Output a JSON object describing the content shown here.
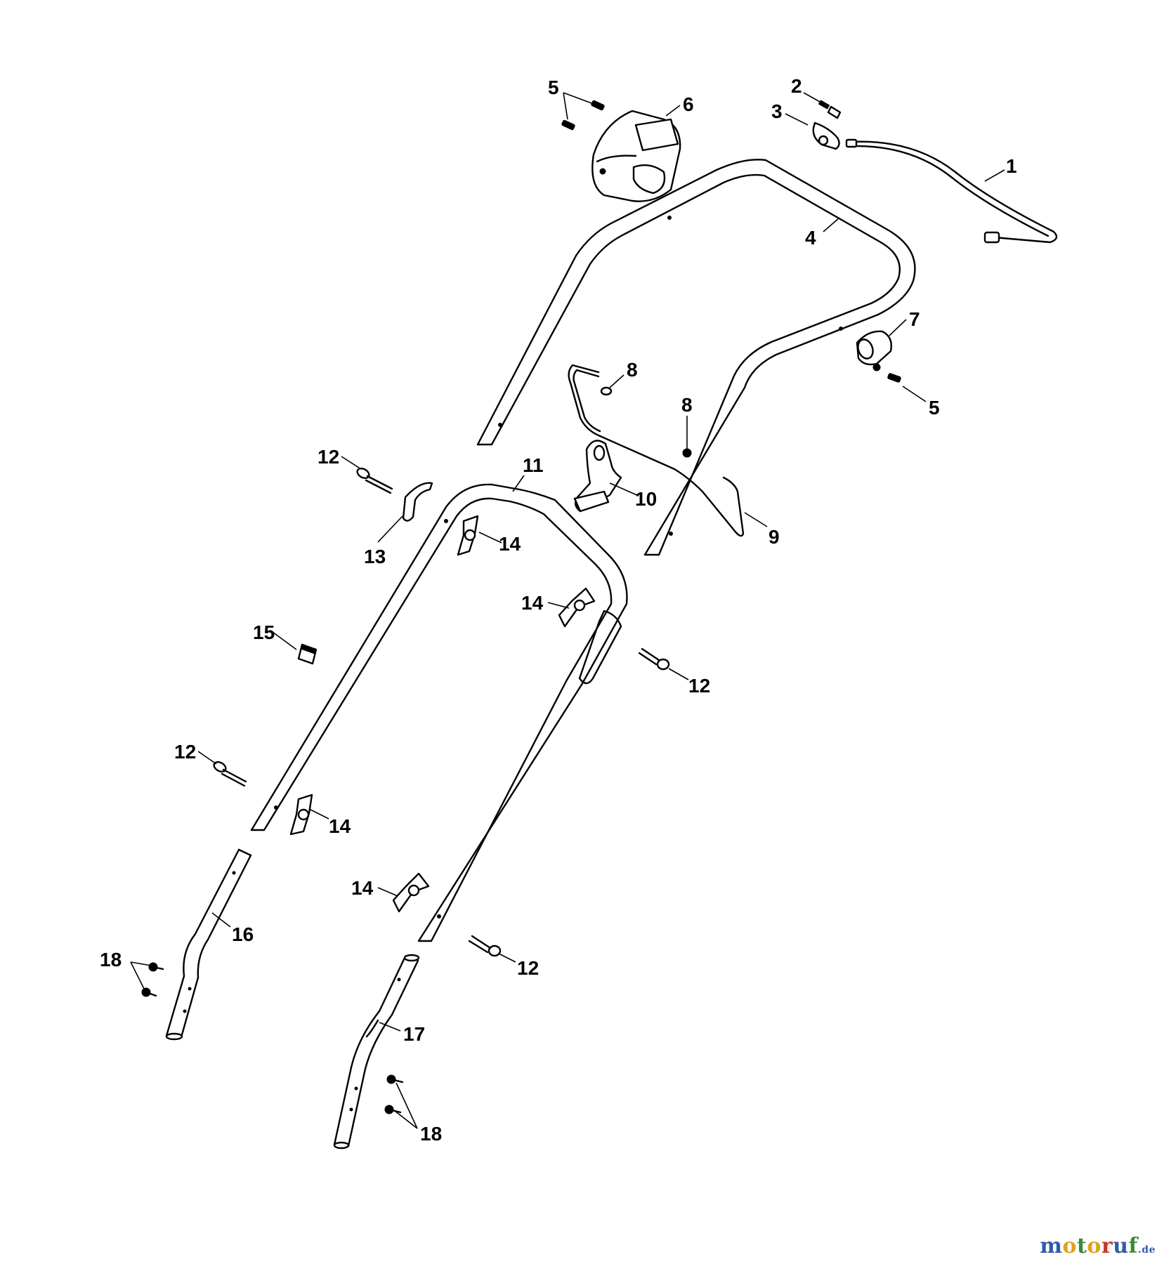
{
  "callouts": [
    {
      "id": "c1",
      "text": "1"
    },
    {
      "id": "c2",
      "text": "2"
    },
    {
      "id": "c3",
      "text": "3"
    },
    {
      "id": "c4",
      "text": "4"
    },
    {
      "id": "c5a",
      "text": "5"
    },
    {
      "id": "c5b",
      "text": "5"
    },
    {
      "id": "c6",
      "text": "6"
    },
    {
      "id": "c7",
      "text": "7"
    },
    {
      "id": "c8a",
      "text": "8"
    },
    {
      "id": "c8b",
      "text": "8"
    },
    {
      "id": "c9",
      "text": "9"
    },
    {
      "id": "c10",
      "text": "10"
    },
    {
      "id": "c11",
      "text": "11"
    },
    {
      "id": "c12a",
      "text": "12"
    },
    {
      "id": "c12b",
      "text": "12"
    },
    {
      "id": "c12c",
      "text": "12"
    },
    {
      "id": "c12d",
      "text": "12"
    },
    {
      "id": "c13",
      "text": "13"
    },
    {
      "id": "c14a",
      "text": "14"
    },
    {
      "id": "c14b",
      "text": "14"
    },
    {
      "id": "c14c",
      "text": "14"
    },
    {
      "id": "c14d",
      "text": "14"
    },
    {
      "id": "c15",
      "text": "15"
    },
    {
      "id": "c16",
      "text": "16"
    },
    {
      "id": "c17",
      "text": "17"
    },
    {
      "id": "c18a",
      "text": "18"
    },
    {
      "id": "c18b",
      "text": "18"
    }
  ],
  "watermark": {
    "p1": "m",
    "p2": "o",
    "p3": "t",
    "p4": "o",
    "p5": "r",
    "p6": "u",
    "p7": "f",
    "domain": ".de"
  }
}
